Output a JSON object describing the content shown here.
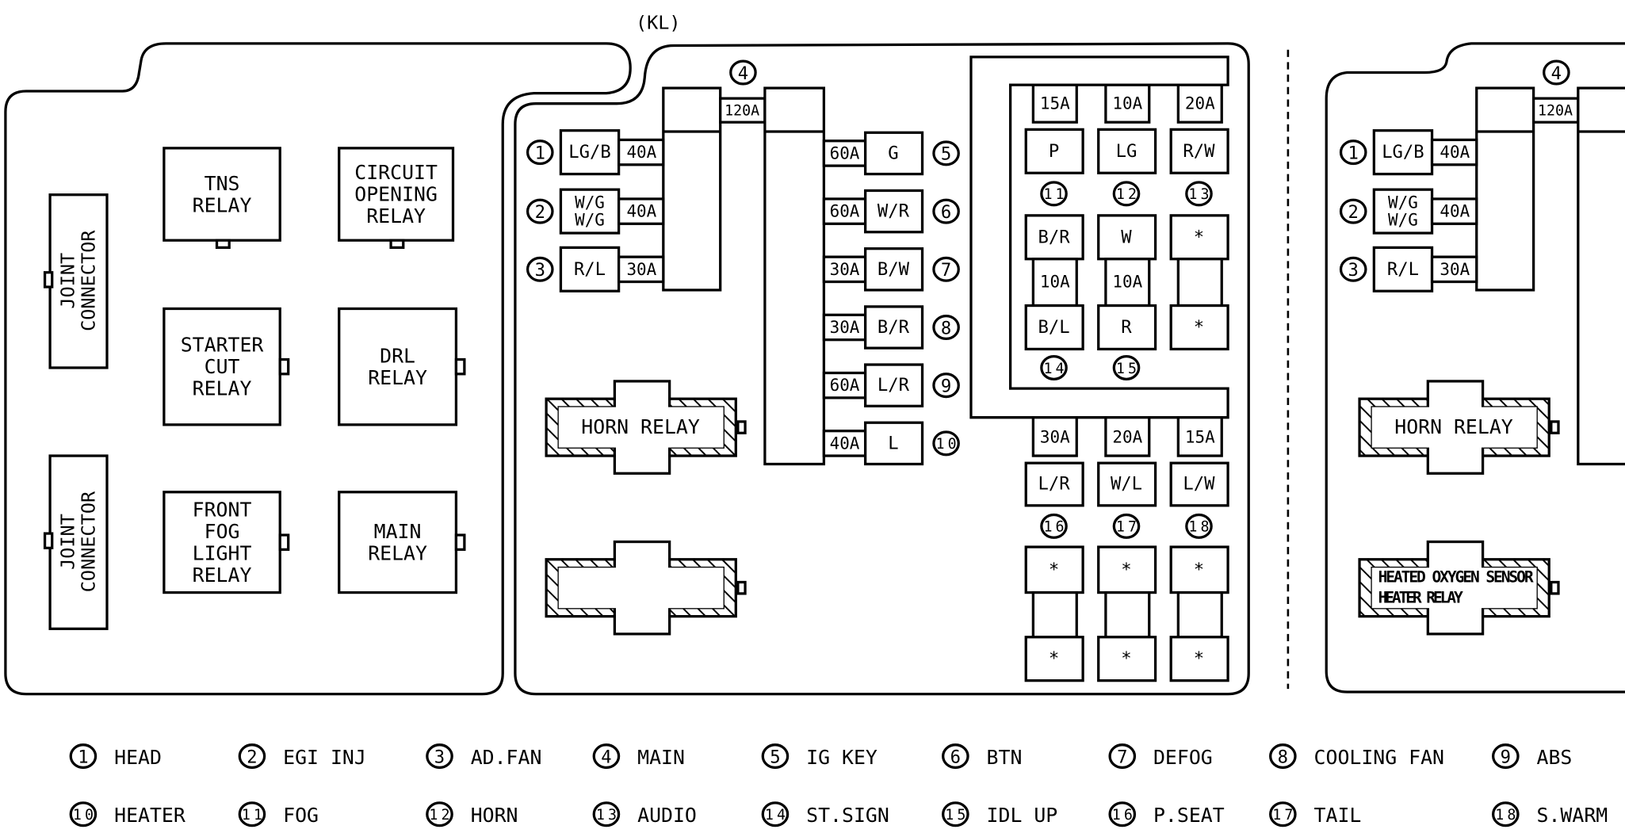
{
  "header": {
    "kl_label": "(KL)"
  },
  "colors": {
    "line": "#000000",
    "background": "#ffffff"
  },
  "left_box": {
    "joint_connectors": [
      [
        "JOINT",
        "CONNECTOR"
      ],
      [
        "JOINT",
        "CONNECTOR"
      ]
    ],
    "relays": [
      {
        "lines": [
          "TNS",
          "RELAY"
        ]
      },
      {
        "lines": [
          "CIRCUIT",
          "OPENING",
          "RELAY"
        ]
      },
      {
        "lines": [
          "STARTER",
          "CUT",
          "RELAY"
        ]
      },
      {
        "lines": [
          "DRL",
          "RELAY"
        ]
      },
      {
        "lines": [
          "FRONT",
          "FOG",
          "LIGHT",
          "RELAY"
        ]
      },
      {
        "lines": [
          "MAIN",
          "RELAY"
        ]
      }
    ]
  },
  "main_box": {
    "main_fuse": {
      "num": "4",
      "amp": "120A"
    },
    "left_fuses": [
      {
        "num": "1",
        "color": [
          "LG/B"
        ],
        "amp": "40A"
      },
      {
        "num": "2",
        "color": [
          "W/G",
          "W/G"
        ],
        "amp": "40A"
      },
      {
        "num": "3",
        "color": [
          "R/L"
        ],
        "amp": "30A"
      }
    ],
    "right_fuses": [
      {
        "num": "5",
        "color": "G",
        "amp": "60A"
      },
      {
        "num": "6",
        "color": "W/R",
        "amp": "60A"
      },
      {
        "num": "7",
        "color": "B/W",
        "amp": "30A"
      },
      {
        "num": "8",
        "color": "B/R",
        "amp": "30A"
      },
      {
        "num": "9",
        "color": "L/R",
        "amp": "60A"
      },
      {
        "num": "10",
        "color": "L",
        "amp": "40A"
      }
    ],
    "relays": [
      {
        "lines": [
          "HORN RELAY"
        ]
      },
      {
        "lines": []
      }
    ],
    "mini_upper": [
      {
        "amp1": "15A",
        "c1": "P",
        "num1": "11",
        "c2": "B/R",
        "amp2": "10A",
        "c3": "B/L",
        "num2": "14"
      },
      {
        "amp1": "10A",
        "c1": "LG",
        "num1": "12",
        "c2": "W",
        "amp2": "10A",
        "c3": "R",
        "num2": "15"
      },
      {
        "amp1": "20A",
        "c1": "R/W",
        "num1": "13",
        "c2": "*",
        "amp2": null,
        "c3": "*",
        "num2": null
      }
    ],
    "mini_lower": [
      {
        "amp": "30A",
        "c1": "L/R",
        "num": "16",
        "c2": "*",
        "c3": "*"
      },
      {
        "amp": "20A",
        "c1": "W/L",
        "num": "17",
        "c2": "*",
        "c3": "*"
      },
      {
        "amp": "15A",
        "c1": "L/W",
        "num": "18",
        "c2": "*",
        "c3": "*"
      }
    ]
  },
  "right_box": {
    "main_fuse": {
      "num": "4",
      "amp": "120A"
    },
    "left_fuses": [
      {
        "num": "1",
        "color": [
          "LG/B"
        ],
        "amp": "40A"
      },
      {
        "num": "2",
        "color": [
          "W/G",
          "W/G"
        ],
        "amp": "40A"
      },
      {
        "num": "3",
        "color": [
          "R/L"
        ],
        "amp": "30A"
      }
    ],
    "relays": [
      {
        "lines": [
          "HORN RELAY"
        ]
      },
      {
        "lines": [
          "HEATED OXYGEN SENSOR",
          "HEATER RELAY"
        ]
      }
    ]
  },
  "legend": [
    {
      "num": "1",
      "label": "HEAD"
    },
    {
      "num": "2",
      "label": "EGI INJ"
    },
    {
      "num": "3",
      "label": "AD.FAN"
    },
    {
      "num": "4",
      "label": "MAIN"
    },
    {
      "num": "5",
      "label": "IG KEY"
    },
    {
      "num": "6",
      "label": "BTN"
    },
    {
      "num": "7",
      "label": "DEFOG"
    },
    {
      "num": "8",
      "label": "COOLING FAN"
    },
    {
      "num": "9",
      "label": "ABS"
    },
    {
      "num": "10",
      "label": "HEATER"
    },
    {
      "num": "11",
      "label": "FOG"
    },
    {
      "num": "12",
      "label": "HORN"
    },
    {
      "num": "13",
      "label": "AUDIO"
    },
    {
      "num": "14",
      "label": "ST.SIGN"
    },
    {
      "num": "15",
      "label": "IDL UP"
    },
    {
      "num": "16",
      "label": "P.SEAT"
    },
    {
      "num": "17",
      "label": "TAIL"
    },
    {
      "num": "18",
      "label": "S.WARM"
    }
  ]
}
